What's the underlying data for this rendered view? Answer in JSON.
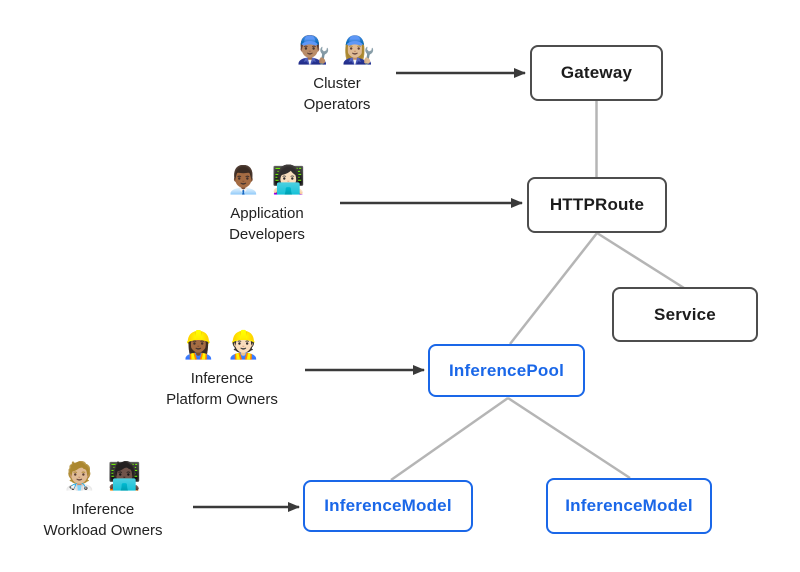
{
  "personas": [
    {
      "name": "Cluster Operators",
      "emoji": "👨🏽‍🔧 👩🏼‍🔧",
      "line1": "Cluster",
      "line2": "Operators"
    },
    {
      "name": "Application Developers",
      "emoji": "👨🏾‍💼 👩🏻‍💻",
      "line1": "Application",
      "line2": "Developers"
    },
    {
      "name": "Inference Platform Owners",
      "emoji": "👷🏾‍♀️ 👷🏻",
      "line1": "Inference",
      "line2": "Platform Owners"
    },
    {
      "name": "Inference Workload Owners",
      "emoji": "🧑🏼‍⚕️ 🧑🏿‍💻",
      "line1": "Inference",
      "line2": "Workload Owners"
    }
  ],
  "nodes": [
    {
      "id": "gateway",
      "label": "Gateway",
      "style": "core"
    },
    {
      "id": "httproute",
      "label": "HTTPRoute",
      "style": "core"
    },
    {
      "id": "service",
      "label": "Service",
      "style": "core"
    },
    {
      "id": "inference-pool",
      "label": "InferencePool",
      "style": "extension"
    },
    {
      "id": "inference-model-left",
      "label": "InferenceModel",
      "style": "extension"
    },
    {
      "id": "inference-model-right",
      "label": "InferenceModel",
      "style": "extension"
    }
  ],
  "edges": [
    {
      "from": "Gateway",
      "to": "HTTPRoute"
    },
    {
      "from": "HTTPRoute",
      "to": "Service"
    },
    {
      "from": "HTTPRoute",
      "to": "InferencePool"
    },
    {
      "from": "InferencePool",
      "to": "InferenceModel (left)"
    },
    {
      "from": "InferencePool",
      "to": "InferenceModel (right)"
    }
  ],
  "actor_edges": [
    {
      "from": "Cluster Operators",
      "to": "Gateway"
    },
    {
      "from": "Application Developers",
      "to": "HTTPRoute"
    },
    {
      "from": "Inference Platform Owners",
      "to": "InferencePool"
    },
    {
      "from": "Inference Workload Owners",
      "to": "InferenceModel (left)"
    }
  ],
  "colors": {
    "core_border": "#4d4d4d",
    "core_text": "#1c1c1c",
    "extension_blue": "#1a67e8",
    "connector_gray": "#b5b5b5",
    "arrow_dark": "#3a3a3a",
    "background": "#ffffff"
  }
}
